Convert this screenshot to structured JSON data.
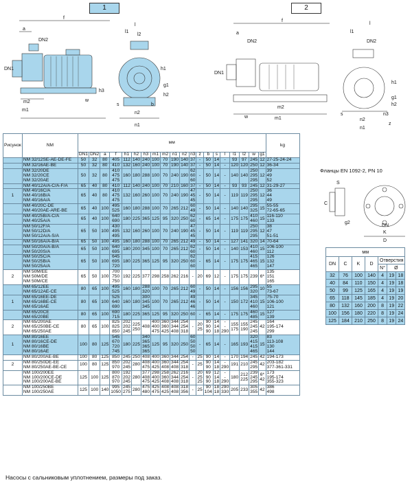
{
  "header": {
    "fig1": "1",
    "fig2": "2"
  },
  "drawing_labels": {
    "f": "f",
    "a": "a",
    "DN2": "DN2",
    "DN1": "DN1",
    "h1": "h1",
    "h2": "h2",
    "h3": "h3",
    "m1": "m1",
    "m2": "m2",
    "w": "w",
    "l": "l",
    "l1": "l1",
    "l2": "l2",
    "g1": "g1",
    "n1": "n1",
    "n2": "n2",
    "n3": "n3",
    "s": "s",
    "b": "b",
    "z": "z"
  },
  "table": {
    "mm_label": "мм",
    "kg_label": "kg",
    "col_fig": "Рисунок",
    "col_nm": "NM",
    "columns": [
      "DN1",
      "DN2",
      "a",
      "f",
      "h1",
      "h2",
      "h3",
      "m1",
      "m2",
      "n1",
      "n2",
      "n3",
      "z",
      "b",
      "s",
      "l",
      "l1",
      "l2",
      "w",
      "g1"
    ],
    "rows": [
      {
        "fig": "",
        "model": "NM  32/12SE-AE-DE-FE",
        "vals": [
          "50",
          "32",
          "80",
          "405",
          "112",
          "140",
          "240",
          "100",
          "70",
          "190",
          "140",
          "37",
          "-",
          "50",
          "14",
          "-",
          "93",
          "97",
          "245",
          "12"
        ],
        "kg": "27-25-24-24",
        "style": "blue"
      },
      {
        "fig": "",
        "model": "NM  32/16AE-BE",
        "vals": [
          "50",
          "32",
          "80",
          "410",
          "132",
          "160",
          "240",
          "100",
          "70",
          "190",
          "140",
          "37",
          "-",
          "50",
          "14",
          "-",
          "120",
          "120",
          "250",
          "12"
        ],
        "kg": "36-34",
        "style": "blue"
      },
      {
        "fig": "",
        "model": "NM  32/20DE\nNM  32/20CE\nNM  32/20AE",
        "vals": [
          "50",
          "32",
          "80",
          "410\n475\n475",
          "160",
          "180",
          "288",
          "100",
          "70",
          "240",
          "190",
          "62\n60\n60",
          "-",
          "50",
          "14",
          "-",
          "140",
          "140",
          "250\n295\n295",
          "12"
        ],
        "kg": "39\n49\n52",
        "style": "blue"
      },
      {
        "fig": "",
        "model": "NM  40/12A/A-C/A-F/A",
        "vals": [
          "65",
          "40",
          "80",
          "410",
          "112",
          "140",
          "240",
          "100",
          "70",
          "210",
          "160",
          "37",
          "-",
          "50",
          "14",
          "-",
          "93",
          "93",
          "245",
          "12"
        ],
        "kg": "31-29-27",
        "style": "blue"
      },
      {
        "fig": "1",
        "model": "NM  40/16C/A\nNM  40/16B/A\nNM  40/16A/A",
        "vals": [
          "65",
          "40",
          "80",
          "410\n475\n475",
          "132",
          "160",
          "260",
          "100",
          "70",
          "240",
          "190",
          "47\n45\n45",
          "-",
          "50",
          "14",
          "-",
          "119",
          "119",
          "250\n295\n295",
          "12"
        ],
        "kg": "36\n44\n49",
        "style": "blue"
      },
      {
        "fig": "",
        "model": "NM  40/20C-DE\nNM  40/20AE-ARE-BE",
        "vals": [
          "65",
          "40",
          "100",
          "495\n525",
          "160",
          "180",
          "288",
          "100",
          "70",
          "265",
          "212",
          "60\n49",
          "-",
          "50",
          "14",
          "-",
          "140",
          "140",
          "295\n325",
          "15"
        ],
        "kg": "55-55\n72-65-65",
        "style": "blue"
      },
      {
        "fig": "",
        "model": "NM  40/25B/A-C/A\nNM  40/25A/A",
        "vals": [
          "65",
          "40",
          "100",
          "640\n690",
          "180",
          "225",
          "365",
          "125",
          "95",
          "320",
          "250",
          "62\n60",
          "-",
          "65",
          "14",
          "-",
          "175",
          "175",
          "410\n460",
          "15"
        ],
        "kg": "116-110\n133",
        "style": "blue"
      },
      {
        "fig": "",
        "model": "NM  50/12F/A\nNM  50/12D/A\nNM  50/12A/A-S/A",
        "vals": [
          "65",
          "50",
          "100",
          "430\n495\n495",
          "132",
          "160",
          "260",
          "100",
          "70",
          "240",
          "190",
          "47\n45\n45",
          "-",
          "50",
          "14",
          "-",
          "119",
          "119",
          "250\n295\n295",
          "12"
        ],
        "kg": "38\n47\n51-51",
        "style": "blue"
      },
      {
        "fig": "",
        "model": "NM  50/16A/A-B/A",
        "vals": [
          "65",
          "50",
          "100",
          "495",
          "160",
          "180",
          "288",
          "100",
          "70",
          "265",
          "212",
          "49",
          "-",
          "50",
          "14",
          "-",
          "127",
          "141",
          "320",
          "14"
        ],
        "kg": "70-64",
        "style": "blue"
      },
      {
        "fig": "",
        "model": "NM  50/20A/A-B/A\nNM  50/20S/A",
        "vals": [
          "65",
          "50",
          "100",
          "640\n695",
          "180",
          "200",
          "345",
          "100",
          "70",
          "265",
          "212",
          "62\n60",
          "-",
          "50",
          "14",
          "-",
          "140",
          "153",
          "410\n460",
          "15"
        ],
        "kg": "106-100\n112",
        "style": "blue"
      },
      {
        "fig": "",
        "model": "NM  50/25C/A\nNM  50/25B/A\nNM  50/25A/A",
        "vals": [
          "65",
          "50",
          "100",
          "645\n695\n720",
          "180",
          "225",
          "365",
          "125",
          "95",
          "320",
          "250",
          "62\n60\n60",
          "-",
          "65",
          "14",
          "-",
          "175",
          "175",
          "415\n465\n465",
          "15"
        ],
        "kg": "126\n132\n147",
        "style": "blue"
      },
      {
        "fig": "2",
        "model": "NM  50M/EE\nNM  50M/DE\nNM  50M/CE",
        "vals": [
          "65",
          "50",
          "100",
          "700\n750\n750",
          "192",
          "225",
          "377",
          "298",
          "258",
          "262",
          "216",
          "-",
          "20",
          "69",
          "12",
          "-",
          "175",
          "175",
          "239",
          "6*"
        ],
        "kg": "135\n151\n165",
        "style": "white"
      },
      {
        "fig": "",
        "model": "NM  65/12EE\nNM  65/12AE-CE",
        "vals": [
          "80",
          "65",
          "100",
          "495\n525",
          "160",
          "180",
          "288\n320",
          "100",
          "70",
          "265",
          "212",
          "60\n49",
          "-",
          "50",
          "14",
          "-",
          "156",
          "156",
          "295\n320",
          "10"
        ],
        "kg": "55\n73-67",
        "style": "blue"
      },
      {
        "fig": "1",
        "model": "NM  65/16EE-DE\nNM  65/16BE-CE\nNM  65/16AE",
        "vals": [
          "80",
          "65",
          "100",
          "525\n640\n690",
          "160",
          "180",
          "300\n345\n345",
          "100",
          "70",
          "265",
          "212",
          "49\n46\n46",
          "-",
          "50",
          "14",
          "-",
          "150",
          "172",
          "345\n410\n460",
          "15"
        ],
        "kg": "75-70\n106-100\n121",
        "style": "blue"
      },
      {
        "fig": "",
        "model": "NM  65/20CE\nNM  65/20BE",
        "vals": [
          "80",
          "65",
          "100",
          "690\n715",
          "180",
          "225",
          "365",
          "125",
          "95",
          "320",
          "250",
          "60",
          "-",
          "65",
          "14",
          "-",
          "175",
          "175",
          "460\n485",
          "15"
        ],
        "kg": "127\n139",
        "style": "blue"
      },
      {
        "fig": "2",
        "model": "NM  65/200AE\nNM  65/250BE-CE\nNM  65/250AE",
        "vals": [
          "80",
          "65",
          "100",
          "825\n825\n850",
          "202\n202\n245",
          "225\n250",
          "408",
          "400\n400\n475",
          "360\n360\n425",
          "344\n344\n408",
          "254\n254\n318",
          "-",
          "20\n25",
          "90\n90\n90",
          "14\n14\n18",
          "-\n-\n290",
          "155\n175",
          "155\n190",
          "245\n245\n245",
          "42"
        ],
        "kg": "164\n195-174\n299",
        "style": "white"
      },
      {
        "fig": "1",
        "model": "NM  80/16EE\nNM  80/16CE-DE\nNM  80/16BE\nNM  80/16AE",
        "vals": [
          "100",
          "80",
          "125",
          "545\n670\n720\n745",
          "180",
          "225",
          "340\n365\n365\n365",
          "125",
          "95",
          "320",
          "250",
          "60\n50\n50\n50",
          "-",
          "65",
          "14",
          "-",
          "165",
          "193",
          "320\n415\n415\n465",
          "15"
        ],
        "kg": "83\n113-108\n130\n144",
        "style": "blue"
      },
      {
        "fig": "",
        "model": "NM  80/200AE-BE",
        "vals": [
          "100",
          "80",
          "125",
          "850",
          "245",
          "250",
          "408",
          "400",
          "360",
          "344",
          "254",
          "-",
          "25",
          "90",
          "14",
          "-",
          "170",
          "194",
          "245",
          "42"
        ],
        "kg": "194-173",
        "style": "white"
      },
      {
        "fig": "2",
        "model": "NM  80/250DE-EE\nNM  80/250AE-BE-CE",
        "vals": [
          "100",
          "80",
          "125",
          "850\n970",
          "202\n245",
          "280",
          "408\n475",
          "400\n425",
          "360\n408",
          "344\n408",
          "254\n318",
          "-",
          "25",
          "90\n90",
          "14\n18",
          "-\n290",
          "191",
          "210",
          "245\n295",
          "42"
        ],
        "kg": "203-182\n377-361-331",
        "style": "white"
      },
      {
        "fig": "",
        "model": "NM  100/200EE\nNM  100/200CE-DE\nNM  100/200AE-BE",
        "vals": [
          "125",
          "100",
          "125",
          "800\n870\n970",
          "192\n202\n245",
          "280",
          "377\n408\n475",
          "298\n400\n425",
          "258\n360\n408",
          "262\n344\n408",
          "216\n254\n318",
          "-",
          "20\n25\n25",
          "69\n90\n90",
          "12\n14\n18",
          "-\n-\n290",
          "180",
          "212\n225",
          "239\n245\n295",
          "6*\n42"
        ],
        "kg": "173\n195-174\n355-323",
        "style": "white"
      },
      {
        "fig": "",
        "model": "NM  100/250BE\nNM  100/250AE",
        "vals": [
          "125",
          "100",
          "140",
          "995\n1050",
          "245\n275",
          "280",
          "475\n480",
          "425\n475",
          "408\n425",
          "408\n408",
          "318\n356",
          "-",
          "25",
          "90\n104",
          "18\n18",
          "290\n330",
          "205",
          "233",
          "305\n355",
          "42"
        ],
        "kg": "386\n498",
        "style": "white"
      }
    ]
  },
  "flange": {
    "title": "Фланцы EN 1092-2, PN 10",
    "drawing_labels": {
      "C": "C",
      "S": "S",
      "g2": "g2",
      "DN": "DN",
      "K": "K",
      "D": "D"
    },
    "mm_label": "мм",
    "headers": [
      "DN",
      "C",
      "K",
      "D",
      "Отверстия",
      "N°",
      "Ø"
    ],
    "rows": [
      [
        "32",
        "76",
        "100",
        "140",
        "4",
        "19",
        "18"
      ],
      [
        "40",
        "84",
        "110",
        "150",
        "4",
        "19",
        "18"
      ],
      [
        "50",
        "99",
        "125",
        "165",
        "4",
        "19",
        "19"
      ],
      [
        "65",
        "118",
        "145",
        "185",
        "4",
        "19",
        "20"
      ],
      [
        "80",
        "132",
        "160",
        "200",
        "8",
        "19",
        "22"
      ],
      [
        "100",
        "156",
        "180",
        "220",
        "8",
        "19",
        "24"
      ],
      [
        "125",
        "184",
        "210",
        "250",
        "8",
        "19",
        "24"
      ]
    ]
  },
  "footnote": "Насосы с сальниковым уплотнением, размеры под заказ."
}
